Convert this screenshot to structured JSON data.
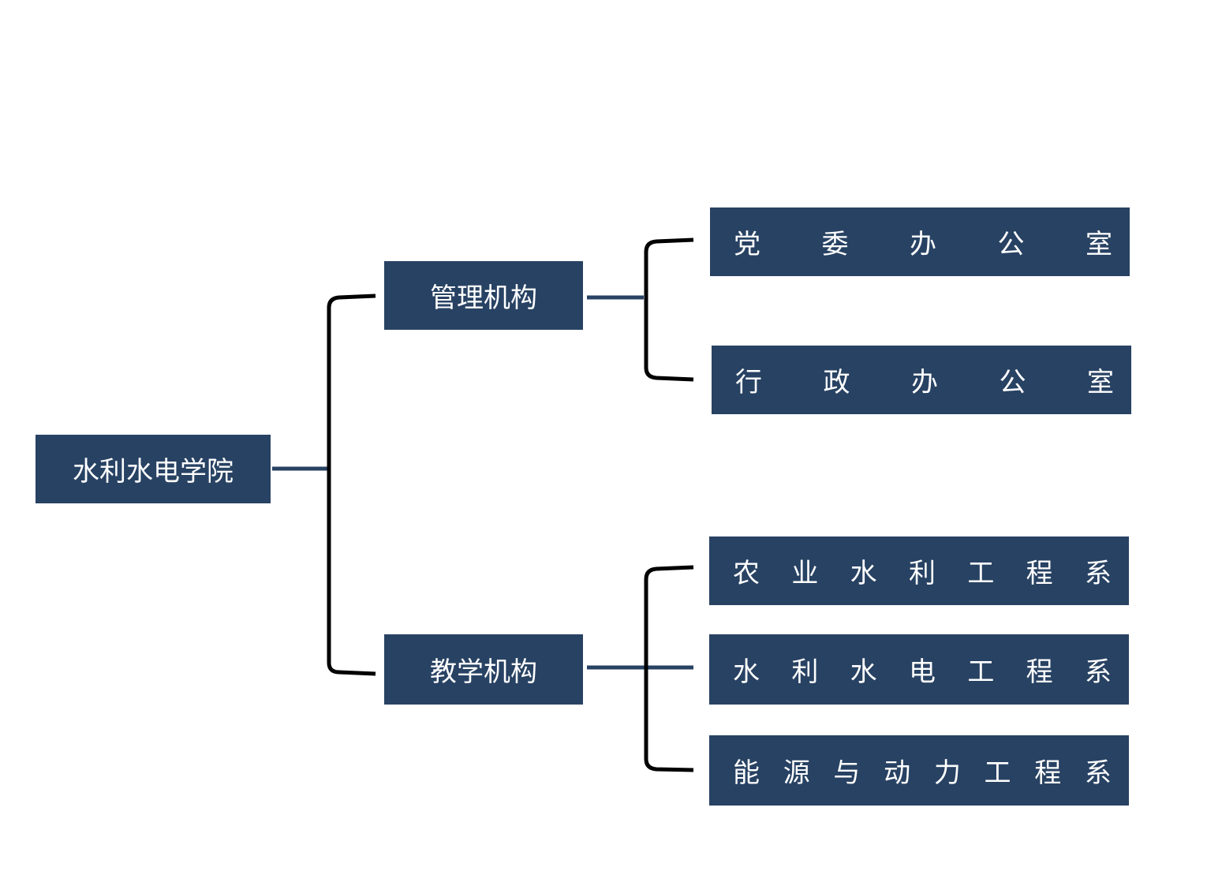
{
  "colors": {
    "box": "#284263",
    "text": "#ffffff",
    "bracket": "#000000",
    "link": "#284263"
  },
  "root": {
    "label": "水利水电学院"
  },
  "branches": [
    {
      "label": "管理机构",
      "children": [
        "党委办公室",
        "行政办公室"
      ]
    },
    {
      "label": "教学机构",
      "children": [
        "农业水利工程系",
        "水利水电工程系",
        "能源与动力工程系"
      ]
    }
  ]
}
